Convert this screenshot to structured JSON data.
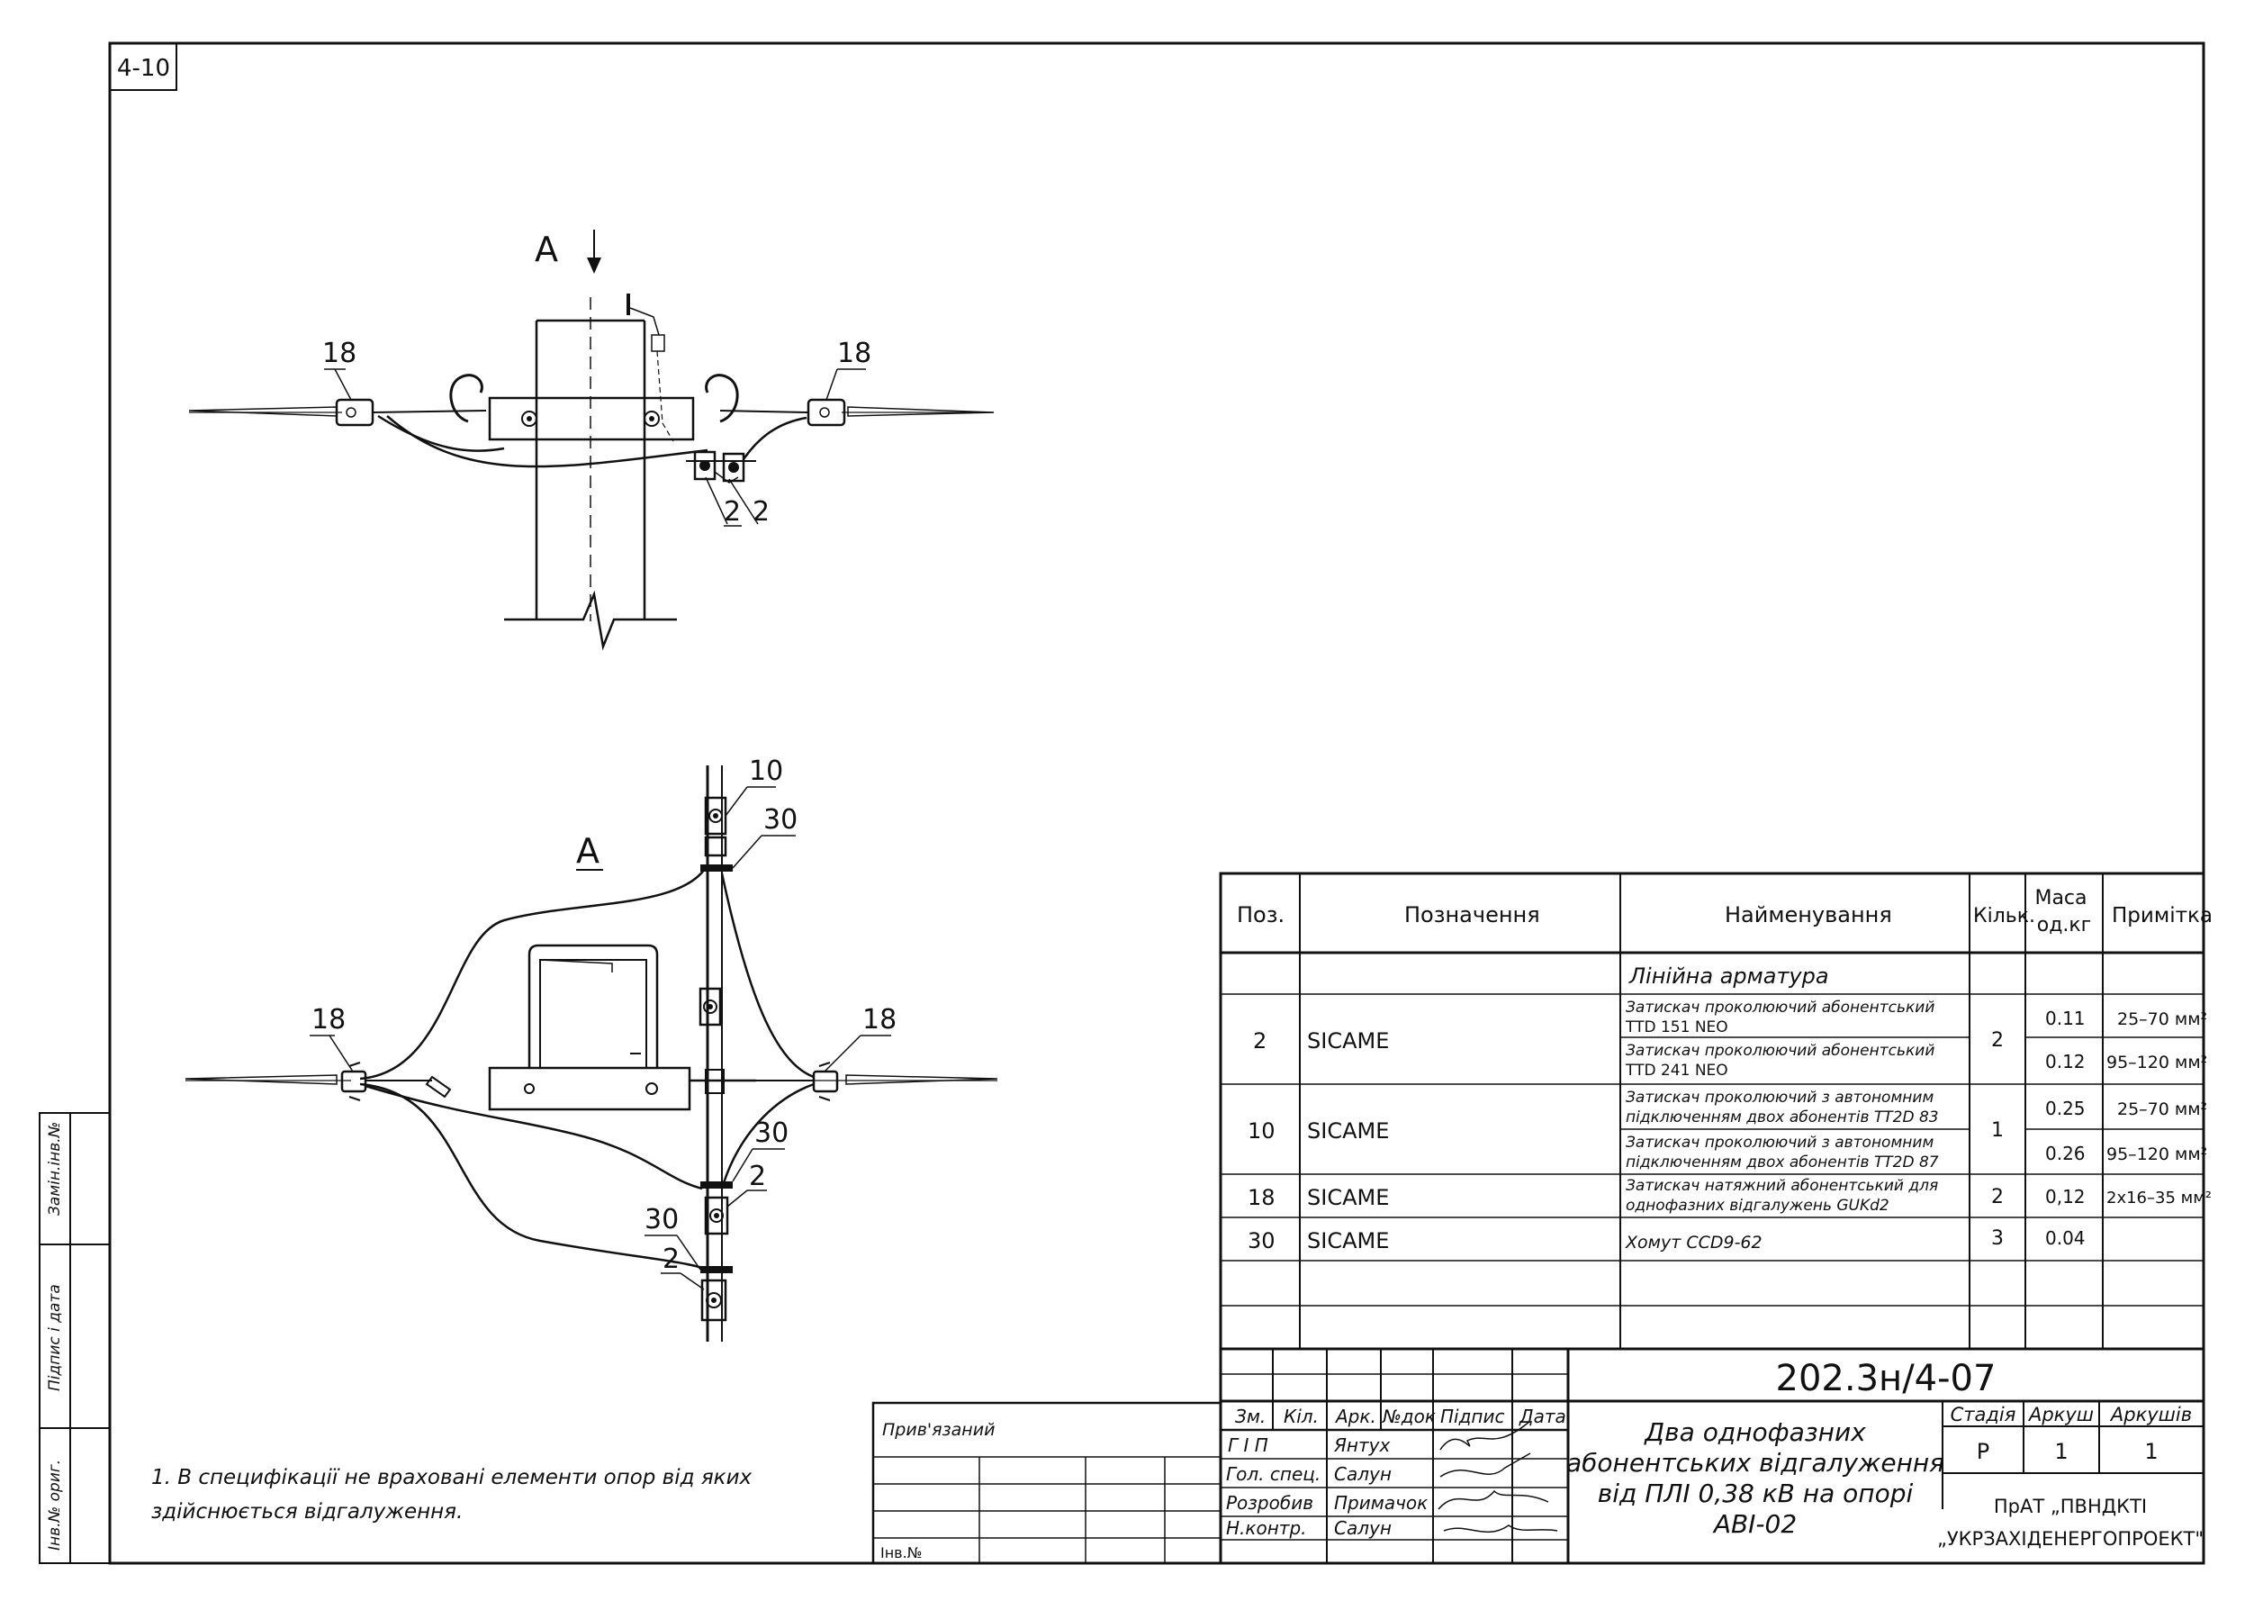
{
  "sheet_code": "4-10",
  "drawing": {
    "view_label": "A",
    "view_arrow_label": "A",
    "callouts_top": {
      "left_18": "18",
      "right_18": "18",
      "pos_2a": "2",
      "pos_2b": "2"
    },
    "callouts_bottom": {
      "pos_10": "10",
      "pos_30_top": "30",
      "left_18": "18",
      "right_18": "18",
      "pos_30_mid": "30",
      "pos_2_mid": "2",
      "pos_30_low": "30",
      "pos_2_low": "2"
    }
  },
  "spec_table": {
    "headers": {
      "pos": "Поз.",
      "designation": "Позначення",
      "name": "Найменування",
      "qty": "Кільк.",
      "mass": "Маса од.кг",
      "note": "Примітка"
    },
    "section_title": "Лінійна арматура",
    "rows": [
      {
        "pos": "2",
        "designation": "SICAME",
        "name1": "Затискач проколюючий абонентський",
        "name2": "TTD 151 NEO",
        "qty": "2",
        "mass": "0.11",
        "note": "25–70 мм²"
      },
      {
        "name1": "Затискач проколюючий абонентський",
        "name2": "TTD 241 NEO",
        "mass": "0.12",
        "note": "95–120 мм²"
      },
      {
        "pos": "10",
        "designation": "SICAME",
        "name1": "Затискач проколюючий з автономним",
        "name2": "підключенням двох абонентів TT2D 83",
        "qty": "1",
        "mass": "0.25",
        "note": "25–70 мм²"
      },
      {
        "name1": "Затискач проколюючий з автономним",
        "name2": "підключенням двох абонентів TT2D 87",
        "mass": "0.26",
        "note": "95–120 мм²"
      },
      {
        "pos": "18",
        "designation": "SICAME",
        "name1": "Затискач натяжний абонентський для",
        "name2": "однофазних відгалужень GUKd2",
        "qty": "2",
        "mass": "0,12",
        "note": "2х16–35 мм²"
      },
      {
        "pos": "30",
        "designation": "SICAME",
        "name1": "Хомут CCD9-62",
        "qty": "3",
        "mass": "0.04"
      }
    ]
  },
  "title_block": {
    "doc_number": "202.3н/4-07",
    "col_headers": {
      "zm": "Зм.",
      "kil": "Кіл.",
      "ark": "Арк.",
      "ndok": "№док",
      "pidpys": "Підпис",
      "data": "Дата"
    },
    "staff": [
      {
        "role": "Г І П",
        "name": "Янтух"
      },
      {
        "role": "Гол. спец.",
        "name": "Салун"
      },
      {
        "role": "Розробив",
        "name": "Примачок"
      },
      {
        "role": "Н.контр.",
        "name": "Салун"
      }
    ],
    "title_lines": [
      "Два однофазних",
      "абонентських відгалуження",
      "від ПЛІ 0,38 кВ на опорі",
      "АВІ-02"
    ],
    "stage_label": "Стадія",
    "sheet_label": "Аркуш",
    "sheets_label": "Аркушів",
    "stage": "Р",
    "sheet": "1",
    "sheets": "1",
    "org_line1": "ПрАТ „ПВНДКТІ",
    "org_line2": "„УКРЗАХІДЕНЕРГОПРОЕКТ\""
  },
  "linked": {
    "label": "Прив'язаний",
    "inv_label": "Інв.№"
  },
  "side_stamp": {
    "zam": "Замін.інв.№",
    "pidpys": "Підпис і дата",
    "inv": "Інв.№ ориг."
  },
  "notes": {
    "line1": "1. В специфікації не враховані елементи опор від яких",
    "line2": "здійснюється відгалуження."
  }
}
